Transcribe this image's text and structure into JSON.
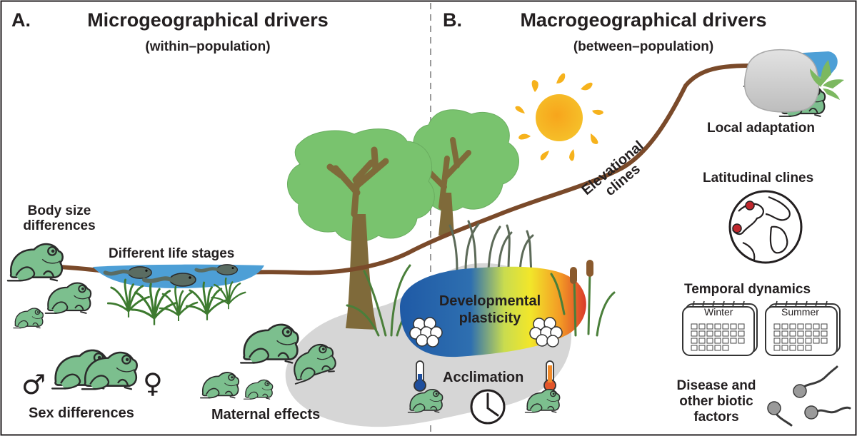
{
  "panel_a": {
    "letter": "A.",
    "title": "Microgeographical drivers",
    "subtitle": "(within–population)"
  },
  "panel_b": {
    "letter": "B.",
    "title": "Macrogeographical drivers",
    "subtitle": "(between–population)"
  },
  "labels": {
    "body_size": "Body size\ndifferences",
    "life_stages": "Different life stages",
    "sex_differences": "Sex differences",
    "maternal_effects": "Maternal effects",
    "developmental_plasticity": "Developmental\nplasticity",
    "acclimation": "Acclimation",
    "elevational_clines": "Elevational\nclines",
    "local_adaptation": "Local adaptation",
    "latitudinal_clines": "Latitudinal clines",
    "temporal_dynamics": "Temporal dynamics",
    "winter": "Winter",
    "summer": "Summer",
    "disease": "Disease and\nother biotic\nfactors"
  },
  "symbols": {
    "male": "♂",
    "female": "♀"
  },
  "colors": {
    "frog_fill": "#7cbf8e",
    "frog_stroke": "#2b2b2b",
    "path_brown": "#7a4a2a",
    "water_blue": "#4d9fd6",
    "tree_green": "#79c36e",
    "trunk": "#7f6a3a",
    "sun_yellow": "#f6b21c",
    "pond_blue": "#1f5aa6",
    "pond_red": "#d93a2b",
    "shadow_grey": "#d6d6d6"
  },
  "icons": [
    "frog-icon",
    "tadpole-icon",
    "tree-icon",
    "sun-icon",
    "grass-icon",
    "egg-cluster-icon",
    "thermometer-cold-icon",
    "thermometer-hot-icon",
    "clock-icon",
    "globe-icon",
    "calendar-icon",
    "pathogen-icon",
    "cattail-icon",
    "rock-icon",
    "fern-icon"
  ]
}
